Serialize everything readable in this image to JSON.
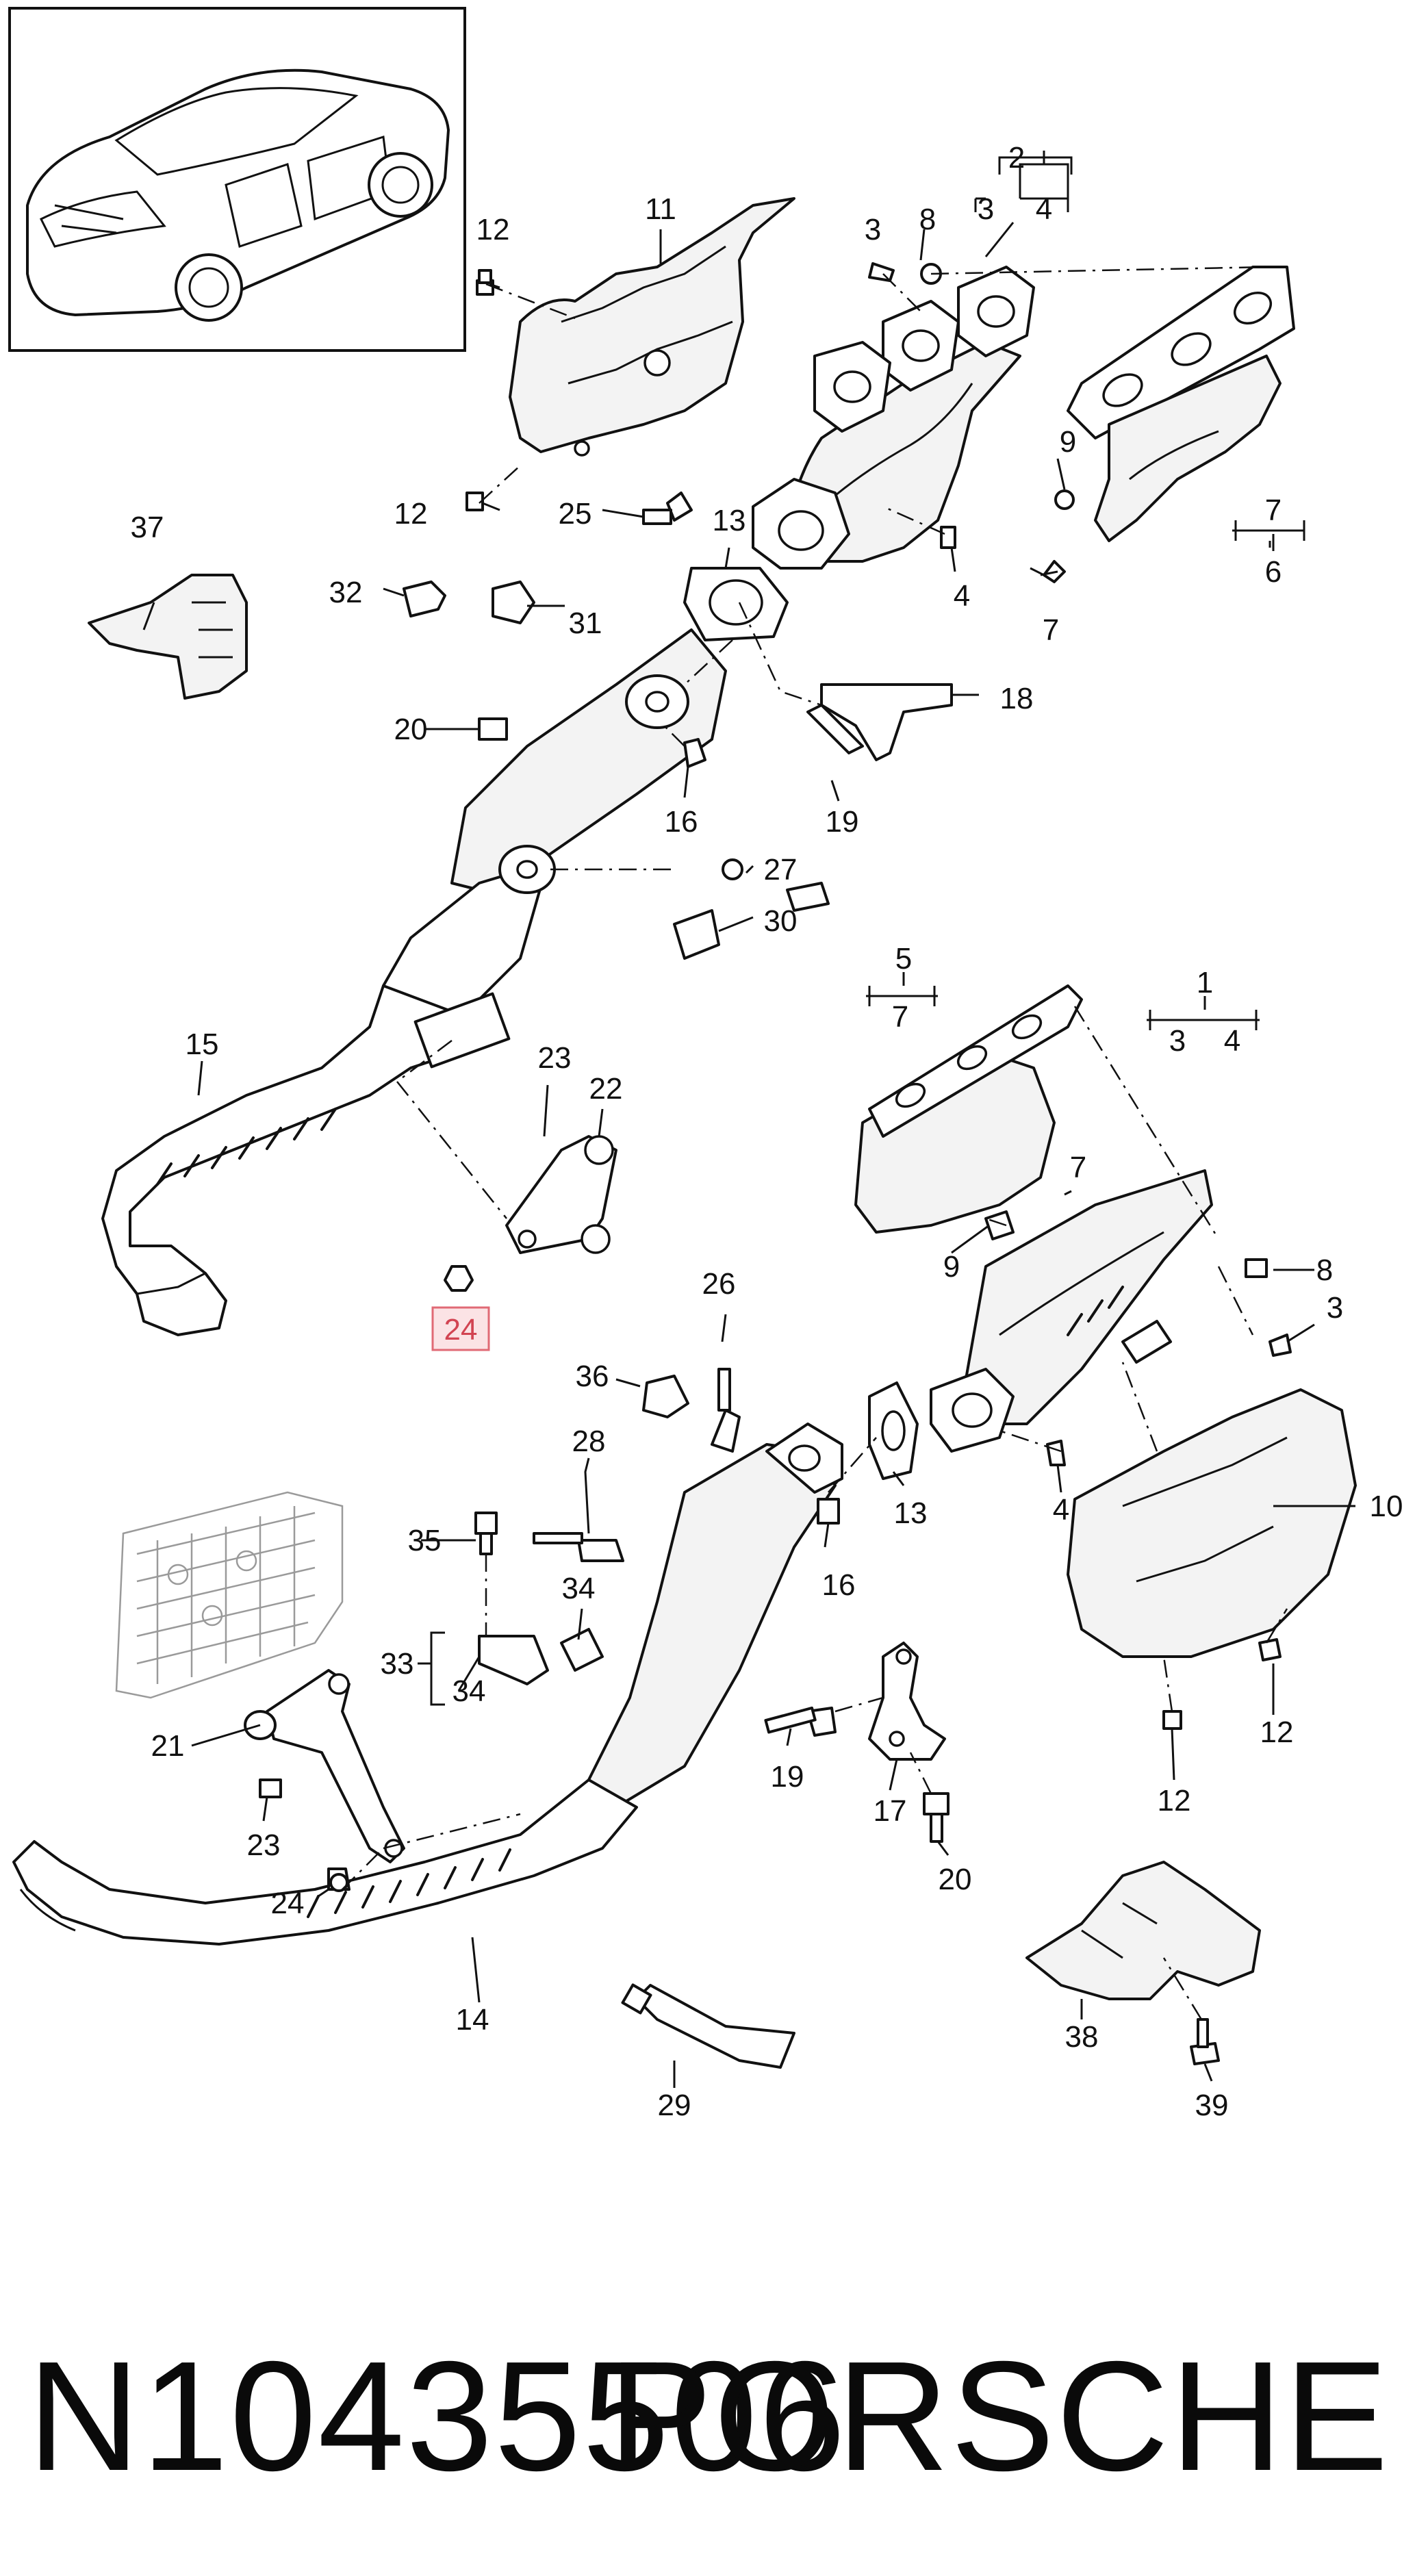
{
  "diagram": {
    "callouts": {
      "c1": "1",
      "c2": "2",
      "c3a": "3",
      "c3b": "3",
      "c3c": "3",
      "c3d": "3",
      "c4a": "4",
      "c4b": "4",
      "c4c": "4",
      "c4d": "4",
      "c5": "5",
      "c6": "6",
      "c7a": "7",
      "c7b": "7",
      "c7c": "7",
      "c7d": "7",
      "c8a": "8",
      "c8b": "8",
      "c9a": "9",
      "c9b": "9",
      "c10": "10",
      "c11": "11",
      "c12a": "12",
      "c12b": "12",
      "c12c": "12",
      "c12d": "12",
      "c13a": "13",
      "c13b": "13",
      "c14": "14",
      "c15": "15",
      "c16a": "16",
      "c16b": "16",
      "c17": "17",
      "c18": "18",
      "c19a": "19",
      "c19b": "19",
      "c20a": "20",
      "c20b": "20",
      "c21": "21",
      "c22": "22",
      "c23a": "23",
      "c23b": "23",
      "c24b": "24",
      "c25": "25",
      "c26": "26",
      "c27": "27",
      "c28": "28",
      "c29": "29",
      "c30": "30",
      "c31": "31",
      "c32": "32",
      "c33": "33",
      "c34a": "34",
      "c34b": "34",
      "c35": "35",
      "c36": "36",
      "c37": "37",
      "c38": "38",
      "c39": "39"
    },
    "highlighted_callout": "24",
    "highlight_color": "#d24452"
  },
  "footer": {
    "part_number": "N10435506",
    "brand": "PORSCHE"
  }
}
